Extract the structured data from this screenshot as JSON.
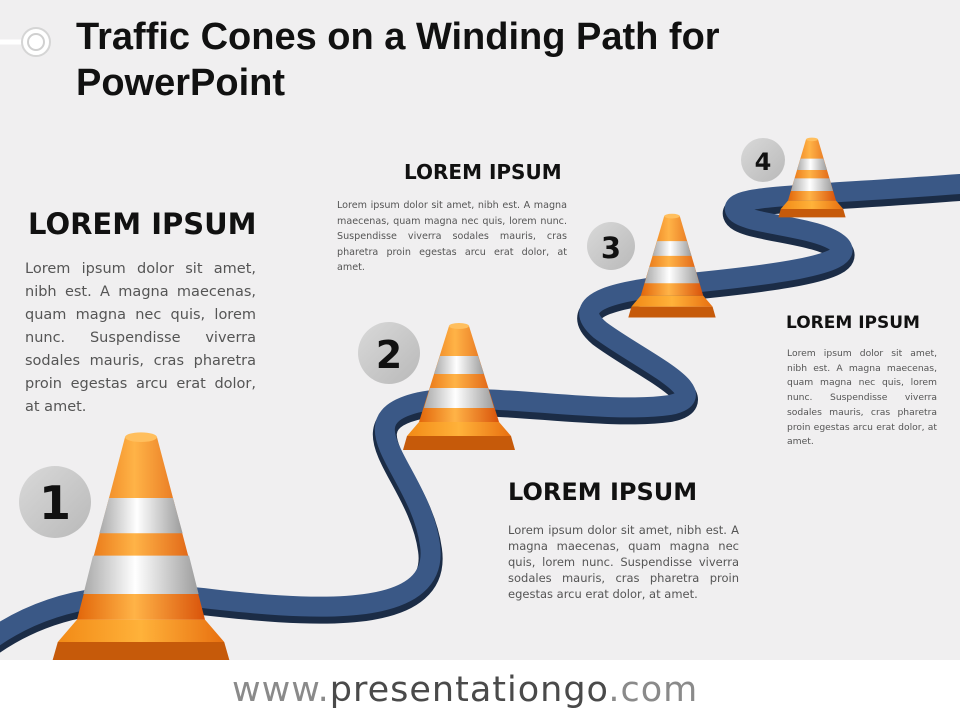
{
  "title": {
    "line1": "Traffic Cones on a Winding Path for",
    "line2": "PowerPoint"
  },
  "steps": [
    {
      "number": "1",
      "heading": "LOREM IPSUM",
      "text": "Lorem ipsum dolor sit amet, nibh est. A magna maecenas, quam magna nec quis, lorem nunc. Suspendisse viverra sodales mauris, cras pharetra proin egestas arcu erat dolor, at amet."
    },
    {
      "number": "2",
      "heading": "LOREM IPSUM",
      "text": "Lorem ipsum dolor sit amet, nibh est. A magna maecenas, quam magna nec quis, lorem nunc. Suspendisse viverra sodales mauris, cras pharetra proin egestas arcu erat dolor, at amet."
    },
    {
      "number": "3",
      "heading": "LOREM IPSUM",
      "text": "Lorem ipsum dolor sit amet, nibh est. A magna maecenas, quam magna nec quis, lorem nunc. Suspendisse viverra sodales mauris, cras pharetra proin egestas arcu erat dolor, at amet."
    },
    {
      "number": "4",
      "heading": "LOREM IPSUM",
      "text": "Lorem ipsum dolor sit amet, nibh est. A magna maecenas, quam magna nec quis, lorem nunc. Suspendisse viverra sodales mauris, cras pharetra proin egestas arcu erat dolor, at amet."
    }
  ],
  "footer": {
    "prefix": "www.",
    "brand": "presentationgo",
    "suffix": ".com"
  },
  "colors": {
    "path": "#2f4a73",
    "cone_orange": "#f7931e",
    "cone_white": "#e6e6e6",
    "badge": "#c8c8c8"
  }
}
